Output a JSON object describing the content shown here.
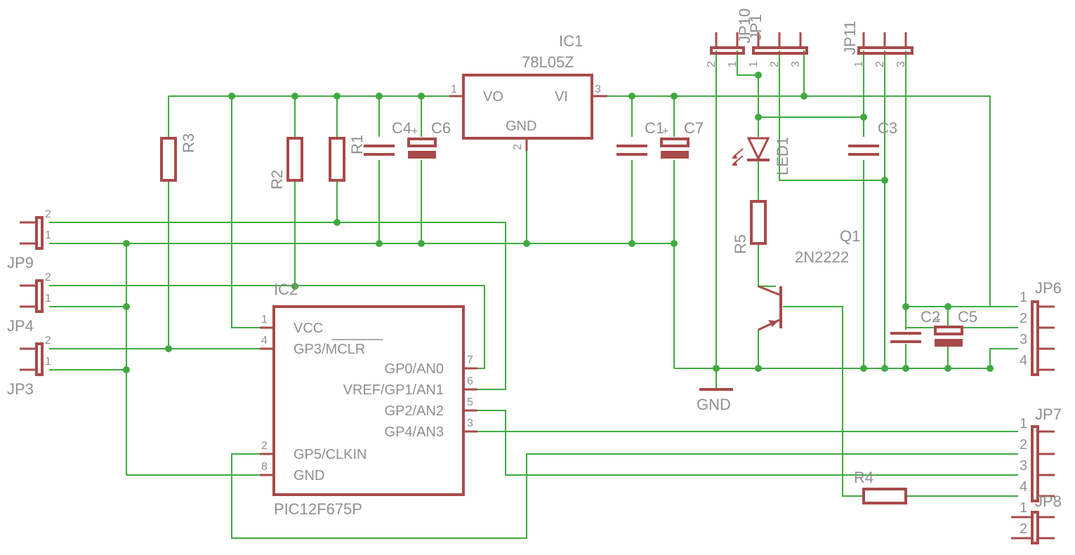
{
  "ic1": {
    "name": "IC1",
    "value": "78L05Z",
    "pin_vo": "VO",
    "pin_vi": "VI",
    "pin_gnd": "GND",
    "pin1": "1",
    "pin2": "2",
    "pin3": "3"
  },
  "ic2": {
    "name": "IC2",
    "value": "PIC12F675P",
    "left_pins": [
      {
        "num": "1",
        "label": "VCC"
      },
      {
        "num": "4",
        "label": "GP3/MCLR"
      },
      {
        "num": "2",
        "label": "GP5/CLKIN"
      },
      {
        "num": "8",
        "label": "GND"
      }
    ],
    "right_pins": [
      {
        "num": "7",
        "label": "GP0/AN0"
      },
      {
        "num": "6",
        "label": "VREF/GP1/AN1"
      },
      {
        "num": "5",
        "label": "GP2/AN2"
      },
      {
        "num": "3",
        "label": "GP4/AN3"
      }
    ]
  },
  "resistors": {
    "r1": "R1",
    "r2": "R2",
    "r3": "R3",
    "r4": "R4",
    "r5": "R5"
  },
  "capacitors": {
    "c1": "C1",
    "c2": "C2",
    "c3": "C3",
    "c4": "C4",
    "c5": "C5",
    "c6": "C6",
    "c7": "C7"
  },
  "led": "LED1",
  "transistor": {
    "name": "Q1",
    "value": "2N2222"
  },
  "gnd_label": "GND",
  "connectors": {
    "jp9": {
      "name": "JP9",
      "pins": [
        "2",
        "1"
      ]
    },
    "jp4": {
      "name": "JP4",
      "pins": [
        "2",
        "1"
      ]
    },
    "jp3": {
      "name": "JP3",
      "pins": [
        "2",
        "1"
      ]
    },
    "jp10": {
      "name": "JP10",
      "pins": [
        "2",
        "1"
      ]
    },
    "jp1": {
      "name": "JP1",
      "pins": [
        "1",
        "2",
        "3"
      ]
    },
    "jp11": {
      "name": "JP11",
      "pins": [
        "1",
        "2",
        "3"
      ]
    },
    "jp6": {
      "name": "JP6",
      "pins": [
        "1",
        "2",
        "3",
        "4"
      ]
    },
    "jp7": {
      "name": "JP7",
      "pins": [
        "1",
        "2",
        "3",
        "4"
      ]
    },
    "jp8": {
      "name": "JP8",
      "pins": [
        "1",
        "2"
      ]
    }
  }
}
